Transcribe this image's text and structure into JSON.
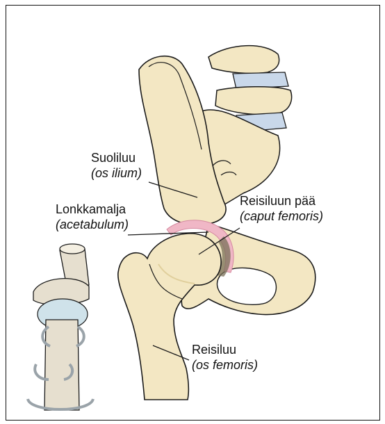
{
  "labels": {
    "ilium": {
      "name": "Suoliluu",
      "latin": "(os ilium)"
    },
    "acetabulum": {
      "name": "Lonkkamalja",
      "latin": "(acetabulum)"
    },
    "femoral_head": {
      "name": "Reisiluun pää",
      "latin": "(caput femoris)"
    },
    "femur": {
      "name": "Reisiluu",
      "latin": "(os femoris)"
    }
  },
  "colors": {
    "bone": "#f3e7c3",
    "bone_shadow": "#e0cf9c",
    "outline": "#1a1a1a",
    "cartilage": "#f0b7c6",
    "disc": "#c9d8ea",
    "joint_dark": "#7a7058",
    "model_rod": "#e6dfcf",
    "model_ball": "#cfe2ea",
    "rotation_arrow": "#9aa3a9"
  },
  "icons": [
    "rotation-arrow-icon",
    "ball-joint-model-icon"
  ]
}
